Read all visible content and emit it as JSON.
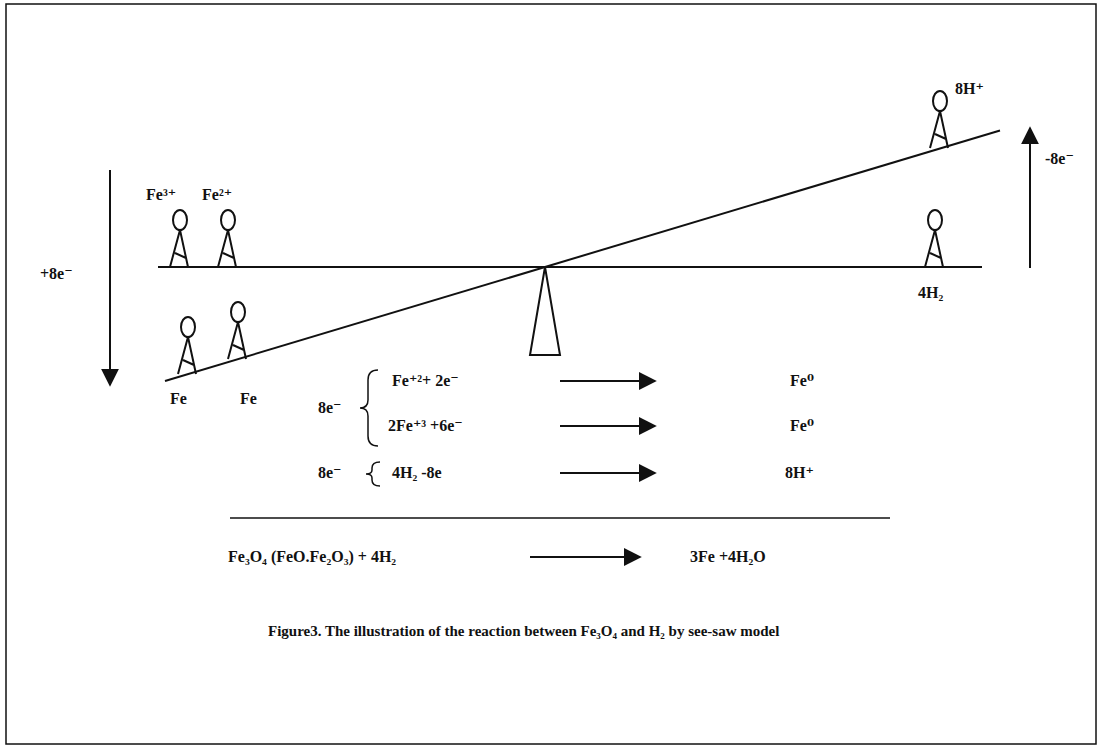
{
  "diagram": {
    "caption": "Figure3. The illustration of the reaction between Fe₃O₄ and H₂ by see-saw model",
    "labels": [
      "Fe³⁺",
      "Fe²⁺",
      "8H⁺",
      "+8e⁻",
      "-8e⁻",
      "4H₂",
      "Fe",
      "Fe",
      "8e⁻",
      "Fe⁺²+ 2e⁻",
      "Fe⁰",
      "2Fe⁺³ +6e⁻",
      "Fe⁰",
      "8e⁻",
      "4H₂ -8e",
      "8H⁺",
      "Fe₃O₄ (FeO.Fe₂O₃) + 4H₂",
      "3Fe +4H₂O"
    ]
  }
}
